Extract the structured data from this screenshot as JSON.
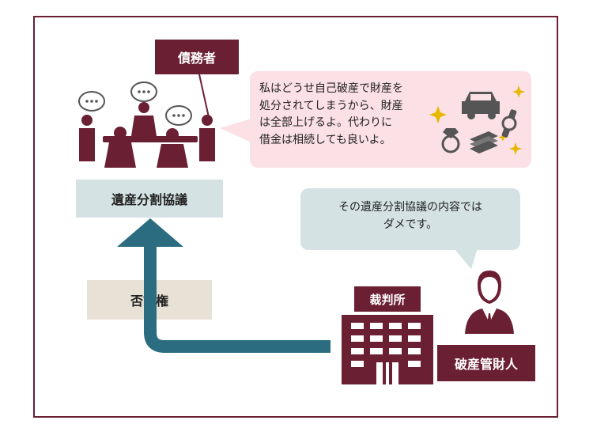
{
  "debtor_label": "債務者",
  "debtor_speech": [
    "私はどうせ自己破産で財産を",
    "処分されてしまうから、財産",
    "は全部上げるよ。代わりに",
    "借金は相続しても良いよ。"
  ],
  "agreement_label": "遺産分割協議",
  "trustee_speech": [
    "その遺産分割協議の内容では",
    "ダメです。"
  ],
  "veto_label": "否認権",
  "court_label": "裁判所",
  "trustee_label": "破産管財人",
  "colors": {
    "maroon": "#6b1f33",
    "arrow": "#2b6c80",
    "pink_bubble": "#fbe0e6",
    "blue_bubble": "#d4e2e4",
    "beige": "#e7e1d6",
    "gold": "#e6b800"
  },
  "icons": [
    "meeting-icon",
    "chat-bubble-icon",
    "car-icon",
    "ring-icon",
    "money-icon",
    "watch-icon",
    "sparkle-icon",
    "building-icon",
    "person-icon"
  ]
}
